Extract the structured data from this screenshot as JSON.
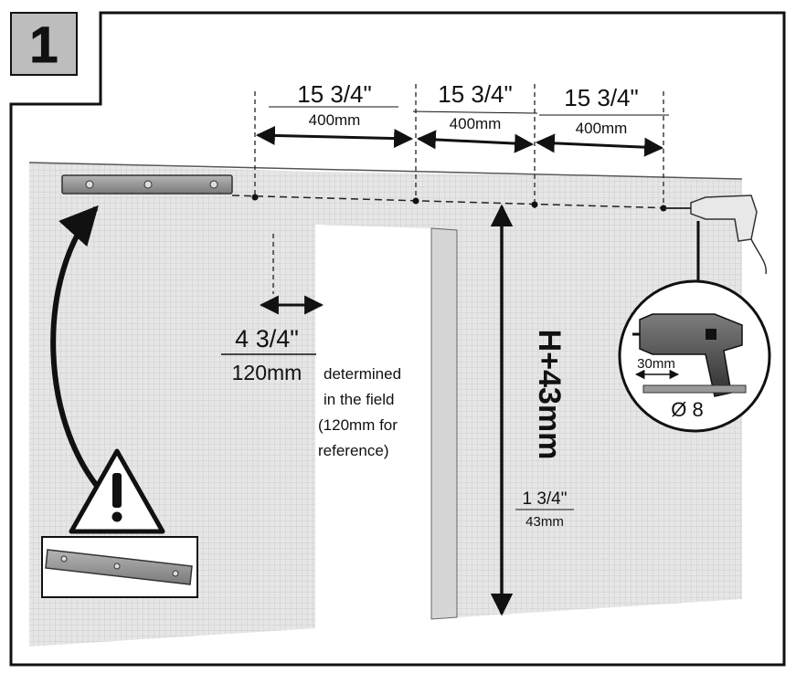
{
  "step": {
    "number": "1"
  },
  "dimensions": {
    "spacing": [
      {
        "inches": "15 3/4\"",
        "mm": "400mm"
      },
      {
        "inches": "15 3/4\"",
        "mm": "400mm"
      },
      {
        "inches": "15 3/4\"",
        "mm": "400mm"
      }
    ],
    "offset": {
      "inches": "4 3/4\"",
      "mm": "120mm"
    },
    "height_label": "H+43mm",
    "rail_gap": {
      "inches": "1 3/4\"",
      "mm": "43mm"
    }
  },
  "note": {
    "lines": [
      "determined",
      "in the field",
      "(120mm for",
      "reference)"
    ]
  },
  "drill": {
    "depth": "30mm",
    "bit": "Ø 8"
  },
  "colors": {
    "wall": "#e3e3e3",
    "wall_texture": "#cfcfcf",
    "ink": "#111111",
    "level": "#9a9a9a"
  }
}
